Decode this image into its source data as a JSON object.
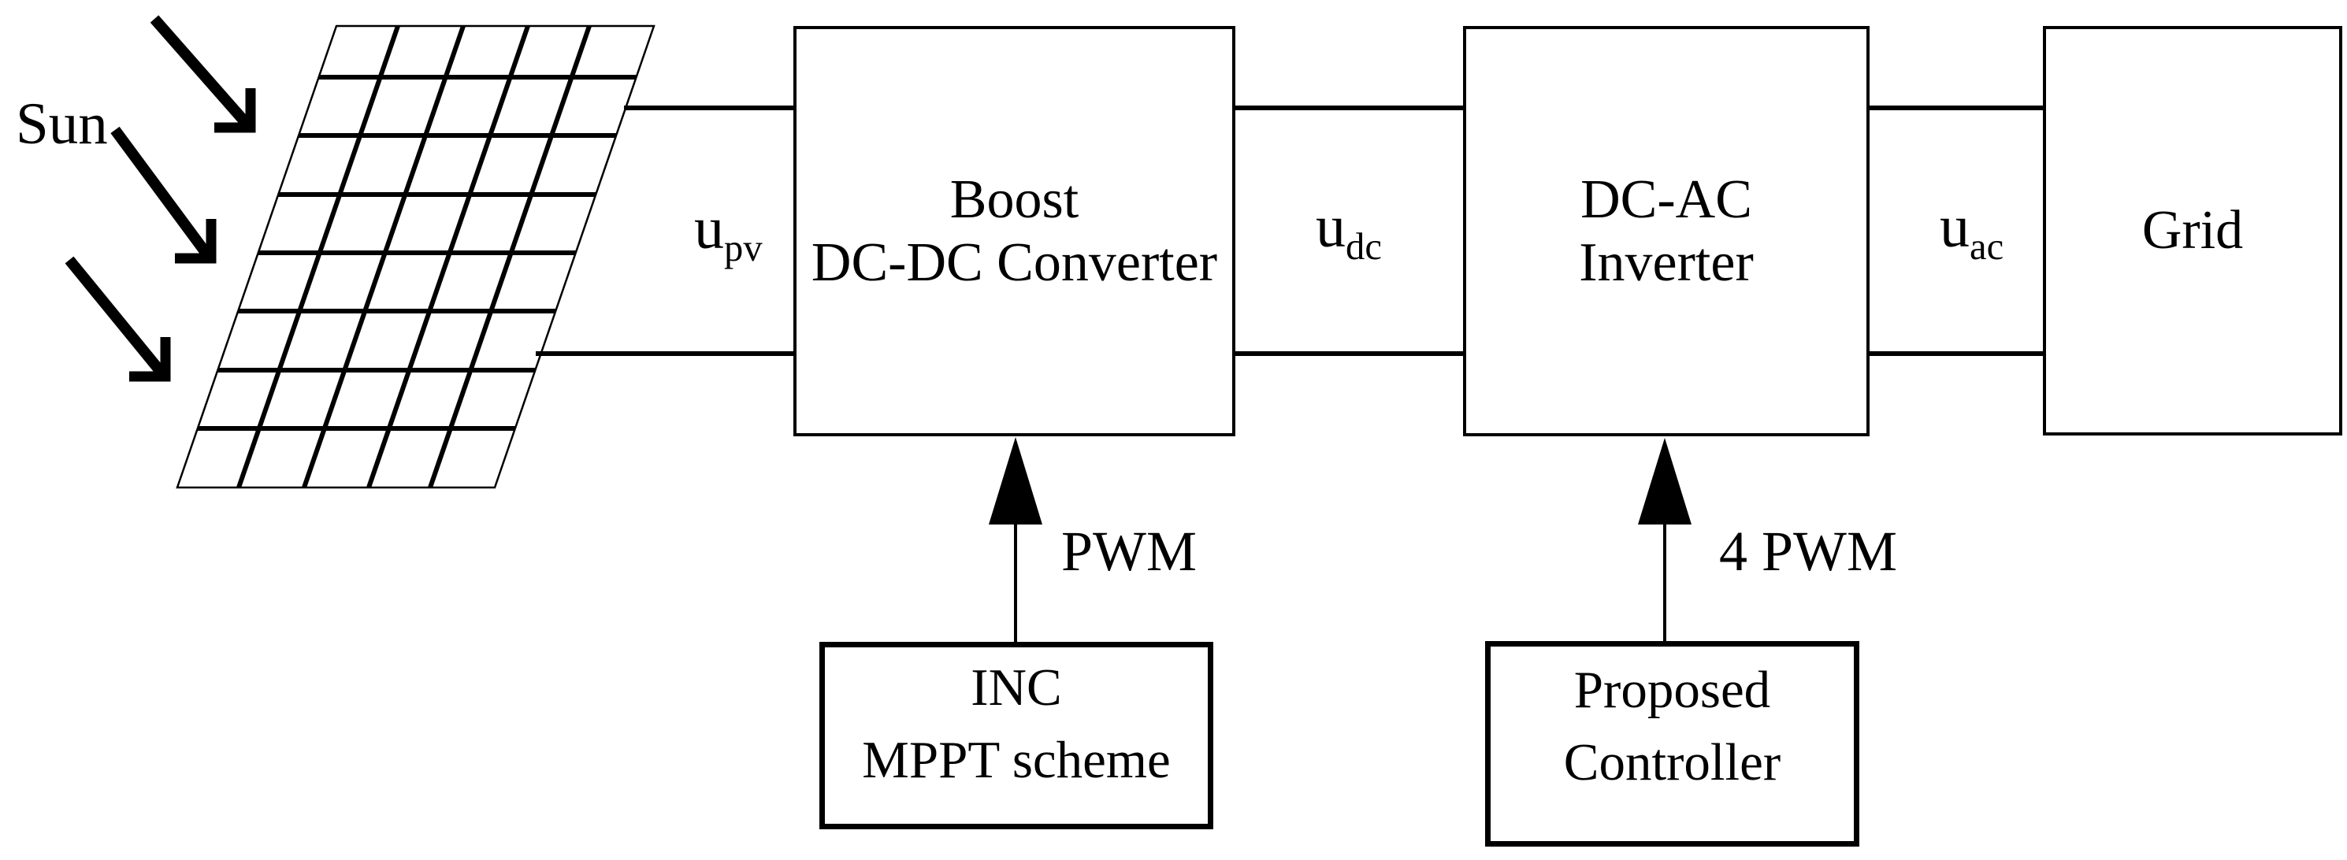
{
  "diagram": {
    "sun": {
      "label": "Sun"
    },
    "blocks": {
      "boost": {
        "line1": "Boost",
        "line2": "DC-DC Converter"
      },
      "inverter": {
        "line1": "DC-AC",
        "line2": "Inverter"
      },
      "grid": {
        "label": "Grid"
      },
      "mppt": {
        "line1": "INC",
        "line2": "MPPT scheme"
      },
      "controller": {
        "line1": "Proposed",
        "line2": "Controller"
      }
    },
    "signals": {
      "upv": {
        "base": "u",
        "sub": "pv"
      },
      "udc": {
        "base": "u",
        "sub": "dc"
      },
      "uac": {
        "base": "u",
        "sub": "ac"
      }
    },
    "annotations": {
      "pwm": "PWM",
      "four_pwm": "4 PWM"
    },
    "colors": {
      "ink": "#000000",
      "background": "#ffffff"
    }
  }
}
